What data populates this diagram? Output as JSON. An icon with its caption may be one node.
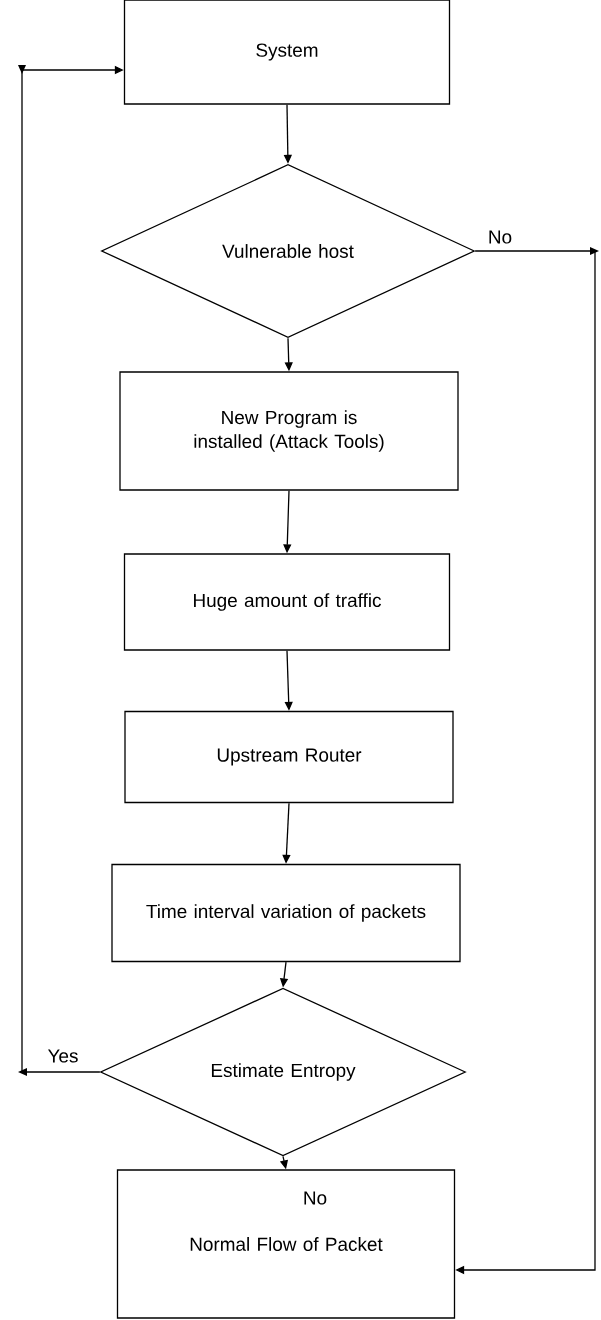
{
  "diagram": {
    "nodes": [
      {
        "text": [
          "System"
        ]
      },
      {
        "text": [
          "Vulnerable host"
        ]
      },
      {
        "text": [
          "New Program is installed (Attack Tools)"
        ]
      },
      {
        "text": [
          "Huge amount of traffic"
        ]
      },
      {
        "text": [
          "Upstream Router"
        ]
      },
      {
        "text": [
          "Time interval variation of packets"
        ]
      },
      {
        "text": [
          "Estimate Entropy"
        ]
      },
      {
        "text": [
          "Normal Flow of Packet"
        ]
      }
    ],
    "edges": [
      {
        "from": 0,
        "to": 1,
        "arrow": "to"
      },
      {
        "from": 1,
        "to": 2,
        "arrow": "to"
      },
      {
        "from": 1,
        "to": 7,
        "arrow": "to",
        "label": "No"
      },
      {
        "from": 2,
        "to": 3,
        "arrow": "to"
      },
      {
        "from": 3,
        "to": 4,
        "arrow": "to"
      },
      {
        "from": 4,
        "to": 5,
        "arrow": "to"
      },
      {
        "from": 5,
        "to": 6,
        "arrow": "to"
      },
      {
        "from": 6,
        "to": 0,
        "arrow": "to",
        "label": "Yes"
      },
      {
        "from": 6,
        "to": 7,
        "arrow": "to",
        "label": "No"
      }
    ]
  }
}
